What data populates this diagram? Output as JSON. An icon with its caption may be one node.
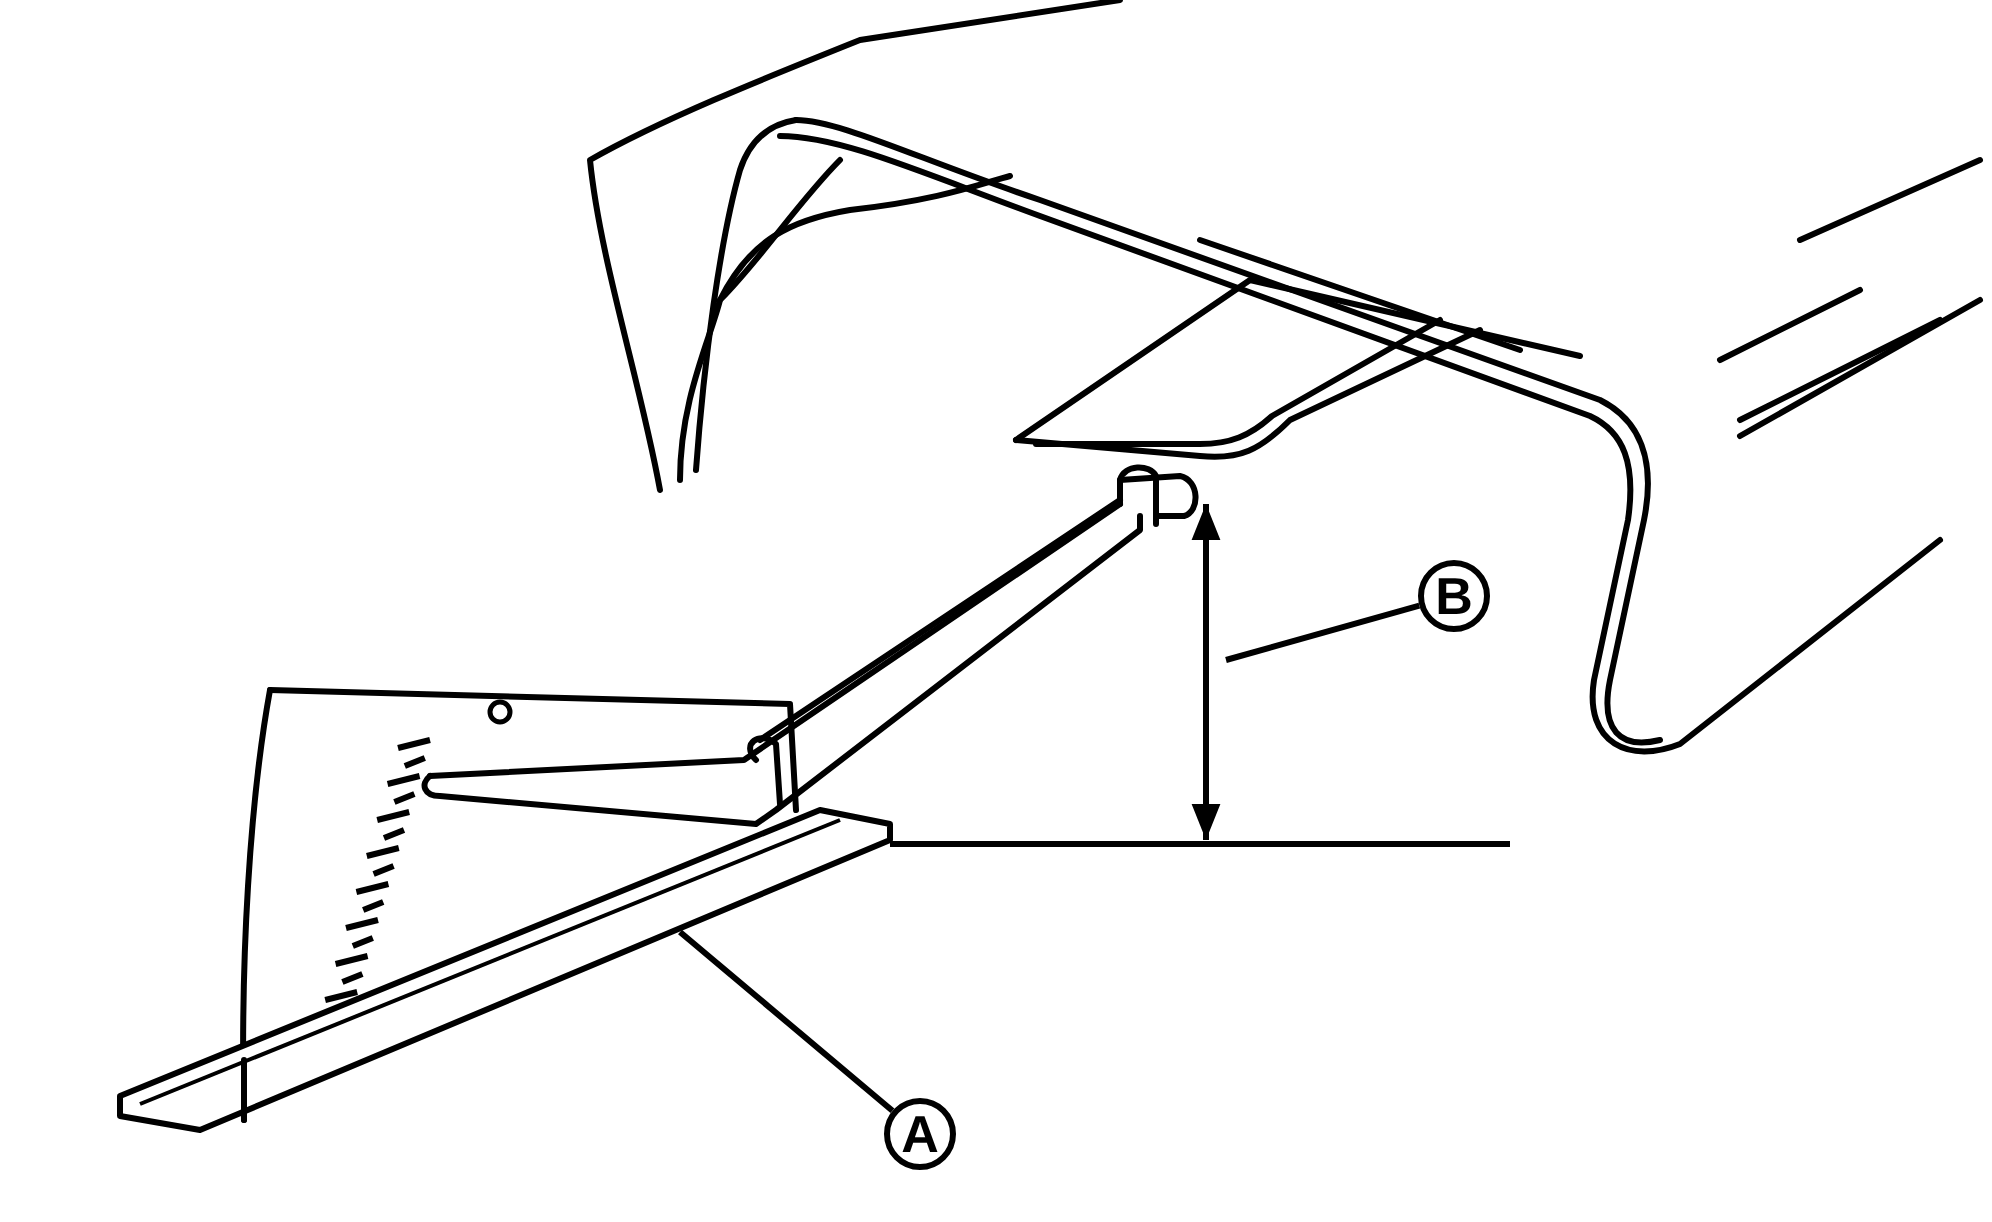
{
  "diagram": {
    "nodes": [
      {
        "text": [
          "B"
        ]
      },
      {
        "text": [
          "A"
        ]
      },
      {
        "text": [],
        "shape": "picture"
      }
    ],
    "edges": [
      {
        "from": 0,
        "to": null,
        "arrow": "none"
      },
      {
        "from": 1,
        "to": 2,
        "arrow": "none"
      }
    ]
  }
}
